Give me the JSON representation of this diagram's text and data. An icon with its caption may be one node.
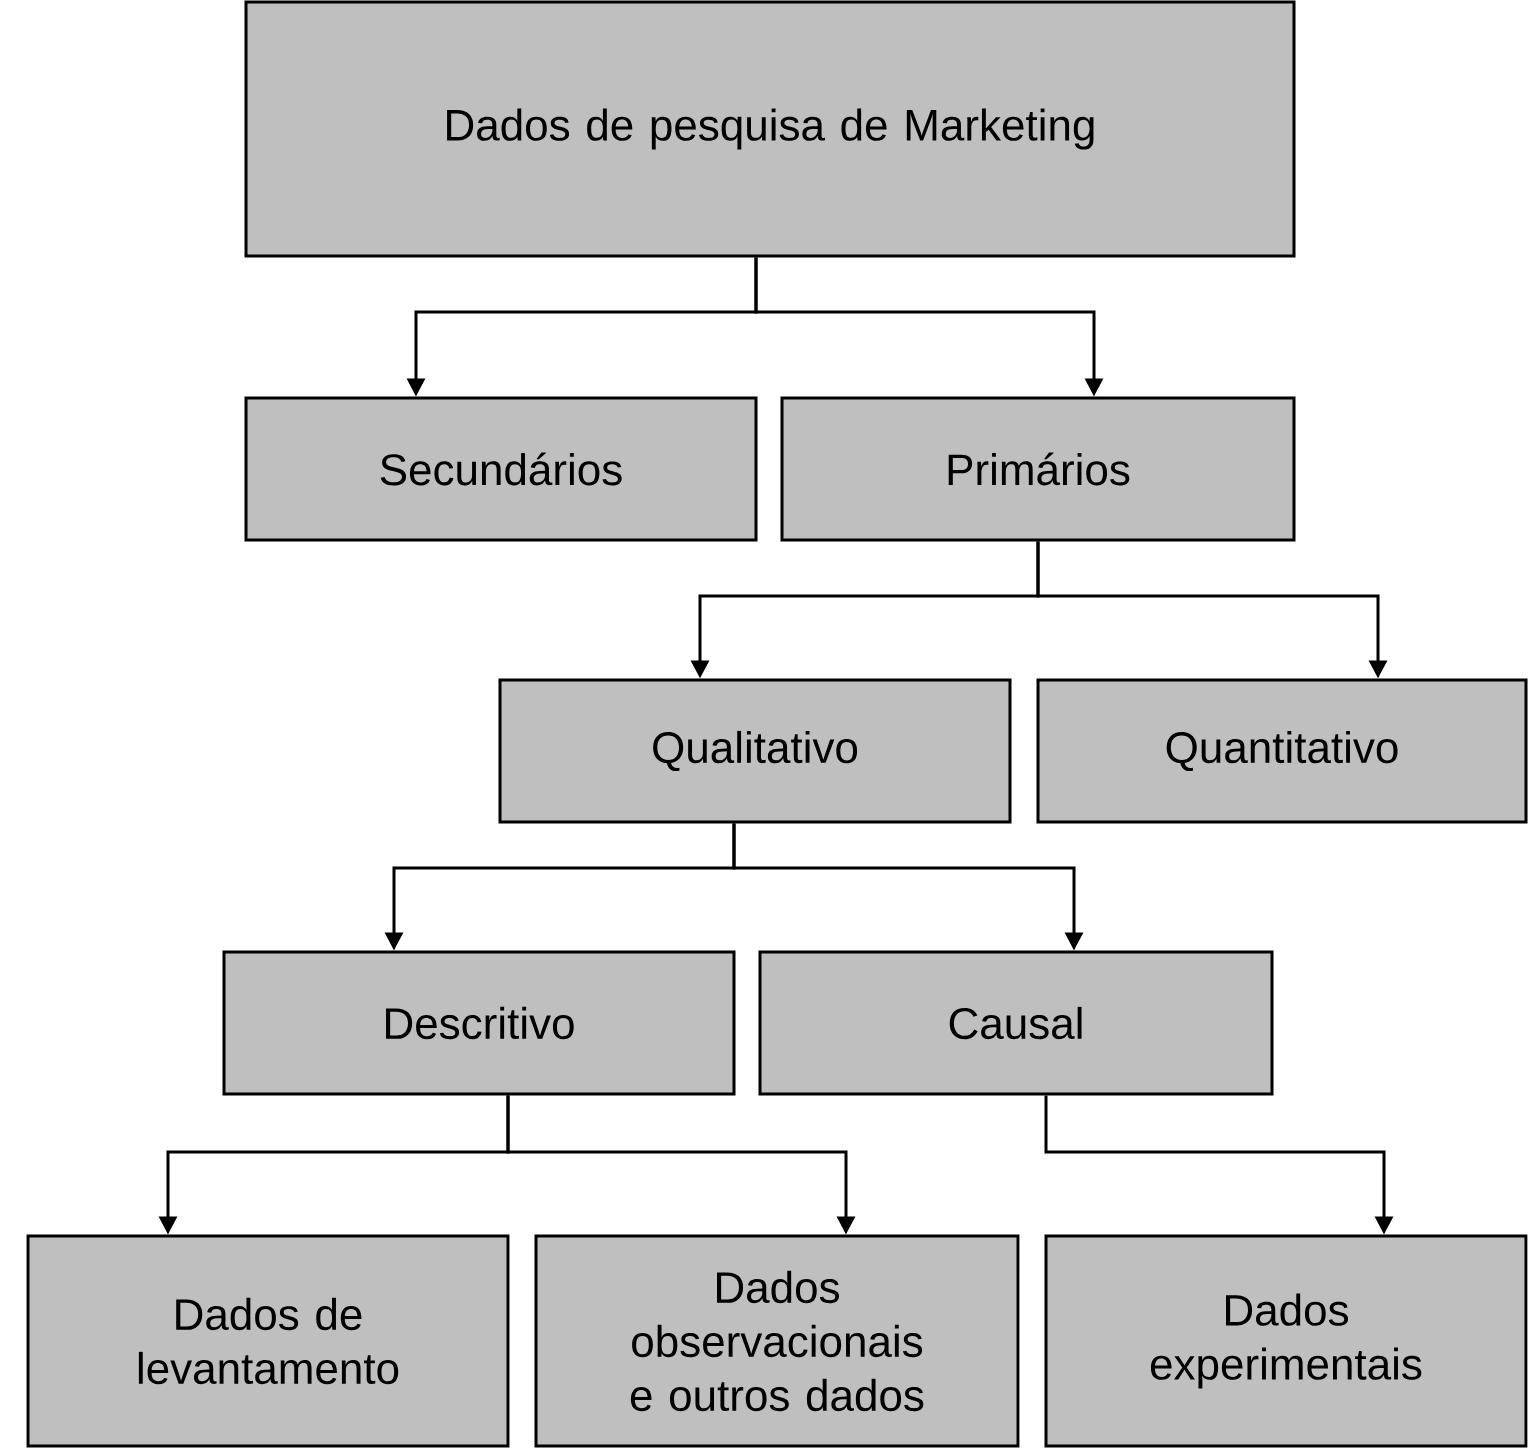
{
  "diagram": {
    "nodes": [
      {
        "text": [
          "Dados de pesquisa de Marketing"
        ]
      },
      {
        "text": [
          "Secundários"
        ]
      },
      {
        "text": [
          "Primários"
        ]
      },
      {
        "text": [
          "Qualitativo"
        ]
      },
      {
        "text": [
          "Quantitativo"
        ]
      },
      {
        "text": [
          "Descritivo"
        ]
      },
      {
        "text": [
          "Causal"
        ]
      },
      {
        "text": [
          "Dados de levantamento"
        ]
      },
      {
        "text": [
          "Dados observacionais e outros dados"
        ]
      },
      {
        "text": [
          "Dados experimentais"
        ]
      }
    ],
    "edges": [
      {
        "from": 0,
        "to": 1,
        "arrow": "to"
      },
      {
        "from": 0,
        "to": 2,
        "arrow": "to"
      },
      {
        "from": 2,
        "to": 3,
        "arrow": "to"
      },
      {
        "from": 2,
        "to": 4,
        "arrow": "to"
      },
      {
        "from": 3,
        "to": 5,
        "arrow": "to"
      },
      {
        "from": 3,
        "to": 6,
        "arrow": "to"
      },
      {
        "from": 5,
        "to": 7,
        "arrow": "to"
      },
      {
        "from": 5,
        "to": 8,
        "arrow": "to"
      },
      {
        "from": 6,
        "to": 9,
        "arrow": "to"
      }
    ]
  }
}
